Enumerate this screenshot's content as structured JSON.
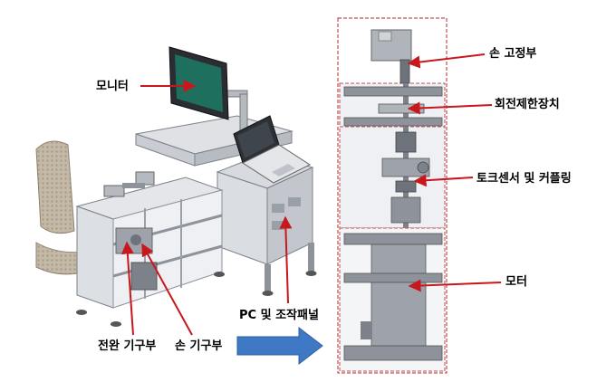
{
  "labels": {
    "monitor": "모니터",
    "pc_panel": "PC 및 조작패널",
    "forearm_fixture": "전완 기구부",
    "hand_fixture": "손 기구부",
    "hand_fixing": "손 고정부",
    "rotation_limiter": "회전제한장치",
    "torque_sensor_coupling": "토크센서 및 커플링",
    "motor": "모터"
  },
  "colors": {
    "pointer_line": "#c8181e",
    "flow_arrow": "#3f78c4",
    "frame_border": "#c05050",
    "metal": "#c9ccd2",
    "metal_dark": "#8e939b",
    "screen": "#1f6f5e",
    "seat": "#bfb4a4"
  },
  "icons": [
    "monitor-icon",
    "laptop-icon",
    "chair-icon",
    "right-arrow-icon"
  ]
}
